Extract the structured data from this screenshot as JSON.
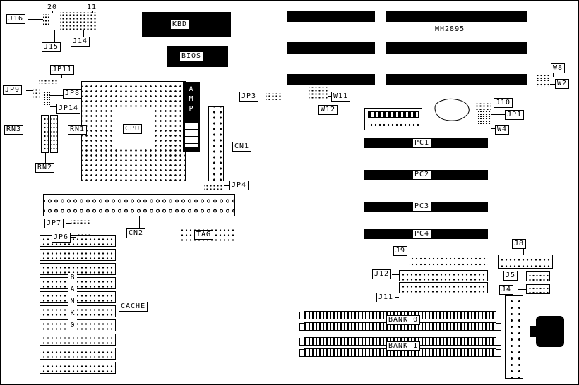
{
  "board": {
    "model": "MH2895",
    "ink": "#000000",
    "background": "#ffffff"
  },
  "pins": {
    "pin20": "20",
    "pin11": "11"
  },
  "chips": {
    "kbd": "KBD",
    "bios": "BIOS",
    "cpu": "CPU",
    "amp": "AMP"
  },
  "jumpers": {
    "j16": "J16",
    "j15": "J15",
    "j14": "J14",
    "jp11": "JP11",
    "jp9": "JP9",
    "jp8": "JP8",
    "jp14": "JP14",
    "jp3": "JP3",
    "w11": "W11",
    "w12": "W12",
    "w8": "W8",
    "w2": "W2",
    "j10": "J10",
    "jp1": "JP1",
    "w4": "W4",
    "jp4": "JP4",
    "jp7": "JP7",
    "jp6": "JP6",
    "rn3": "RN3",
    "rn1": "RN1",
    "rn2": "RN2"
  },
  "connectors": {
    "cn1": "CN1",
    "cn2": "CN2",
    "tag": "TAG",
    "j9": "J9",
    "j12": "J12",
    "j11": "J11",
    "j8": "J8",
    "j5": "J5",
    "j4": "J4"
  },
  "slots": {
    "pc1": "PC1",
    "pc2": "PC2",
    "pc3": "PC3",
    "pc4": "PC4"
  },
  "memory": {
    "cache": "CACHE",
    "bank_column": "BANK0",
    "bank0": "BANK 0",
    "bank1": "BANK 1"
  }
}
